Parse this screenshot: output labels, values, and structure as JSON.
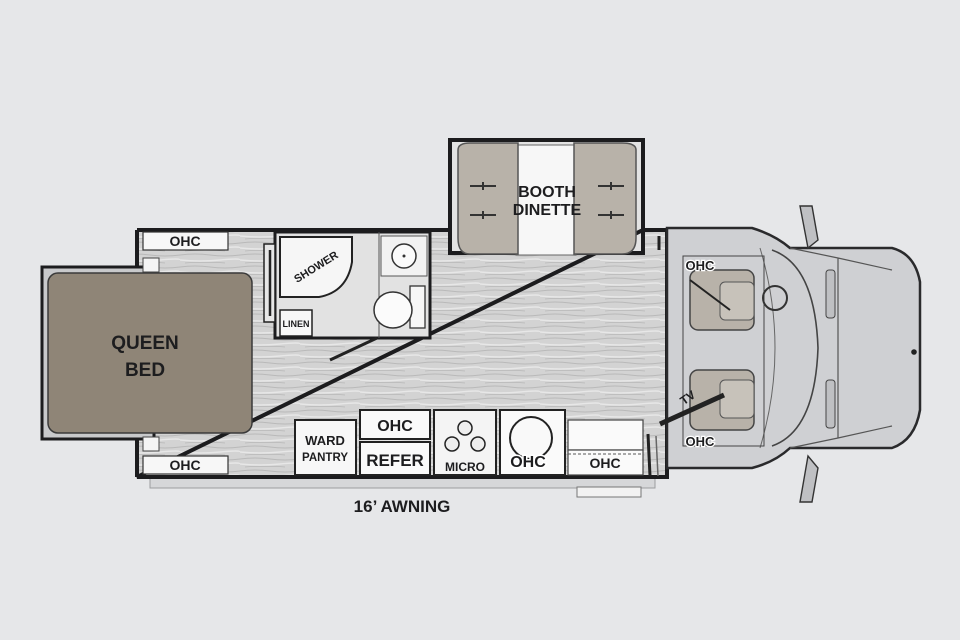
{
  "labels": {
    "queen_bed": [
      "QUEEN",
      "BED"
    ],
    "ohc_bed_top": "OHC",
    "ohc_bed_bottom": "OHC",
    "shower": "SHOWER",
    "linen": "LINEN",
    "booth_dinette": [
      "BOOTH",
      "DINETTE"
    ],
    "ward_pantry": [
      "WARD",
      "PANTRY"
    ],
    "ohc_over_refer": "OHC",
    "refer": "REFER",
    "micro": "MICRO",
    "ohc_sink": "OHC",
    "ohc_counter": "OHC",
    "ohc_cab_top": "OHC",
    "ohc_cab_bottom": "OHC",
    "tv": "TV",
    "awning": "16’ AWNING"
  },
  "colors": {
    "background": "#e6e7e9",
    "wall": "#1c1c1e",
    "floor": "#d2d2d2",
    "bed": "#8f8577",
    "seat": "#b7b1a8",
    "cab": "#cfd0d3"
  }
}
